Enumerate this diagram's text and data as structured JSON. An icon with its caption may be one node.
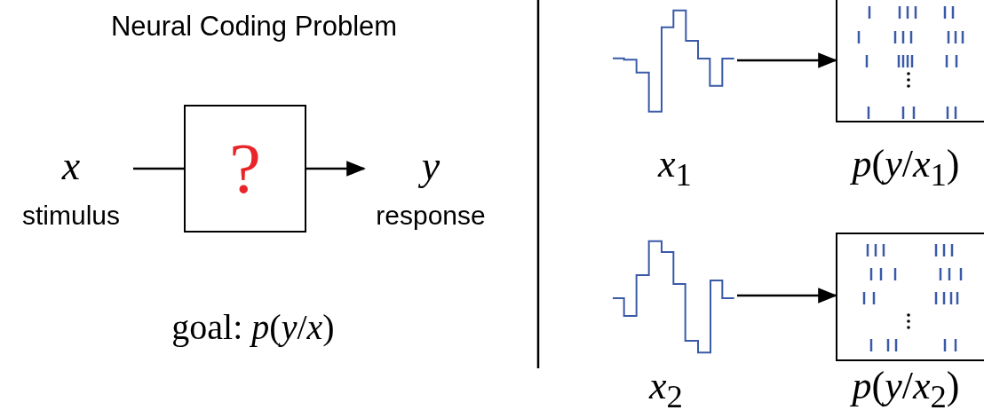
{
  "diagram": {
    "title": "Neural Coding Problem",
    "nodes": [
      {
        "text": [
          "x",
          "stimulus"
        ]
      },
      {
        "text": [
          "?"
        ]
      },
      {
        "text": [
          "y",
          "response"
        ]
      },
      {
        "text": [],
        "shape": "picture",
        "beside": [
          "*x*$_{1}$"
        ]
      },
      {
        "text": [],
        "shape": "box",
        "beside": [
          "*p*(*y*/*x*$_{1}$)"
        ]
      },
      {
        "text": [],
        "shape": "picture",
        "beside": [
          "*x*$_{2}$"
        ]
      },
      {
        "text": [],
        "shape": "box",
        "beside": [
          "*p*(*y*/*x*$_{2}$)"
        ]
      }
    ],
    "edges": [
      {
        "from": 0,
        "to": 1,
        "arrow": "none"
      },
      {
        "from": 1,
        "to": 2,
        "arrow": "to"
      },
      {
        "from": 3,
        "to": 4,
        "arrow": "to"
      },
      {
        "from": 5,
        "to": 6,
        "arrow": "to"
      }
    ],
    "labels": [
      "goal: *p*(*y*/*x*)"
    ]
  }
}
